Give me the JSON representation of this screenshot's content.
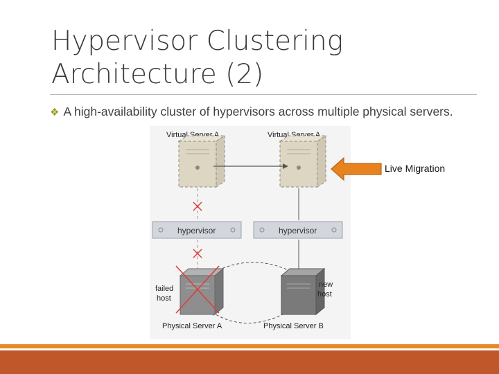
{
  "slide": {
    "title_line1": "Hypervisor Clustering",
    "title_line2": "Architecture (2)",
    "bullet_icon": "diamond-bullet-icon",
    "bullet_text": "A high-availability cluster of hypervisors across multiple physical servers.",
    "colors": {
      "bullet": "#9a9a1a",
      "arrow": "#e8821e",
      "footer_thin": "#e58a28",
      "footer_thick": "#c0572a",
      "failure_x": "#d9403a"
    }
  },
  "diagram": {
    "virtual_server_left": "Virtual Server A",
    "virtual_server_right": "Virtual Server A",
    "hypervisor_left": "hypervisor",
    "hypervisor_right": "hypervisor",
    "failed_host_line1": "failed",
    "failed_host_line2": "host",
    "new_host_line1": "new",
    "new_host_line2": "host",
    "physical_server_left": "Physical Server A",
    "physical_server_right": "Physical Server B"
  },
  "annotation": {
    "label": "Live Migration",
    "icon": "left-arrow-icon"
  }
}
